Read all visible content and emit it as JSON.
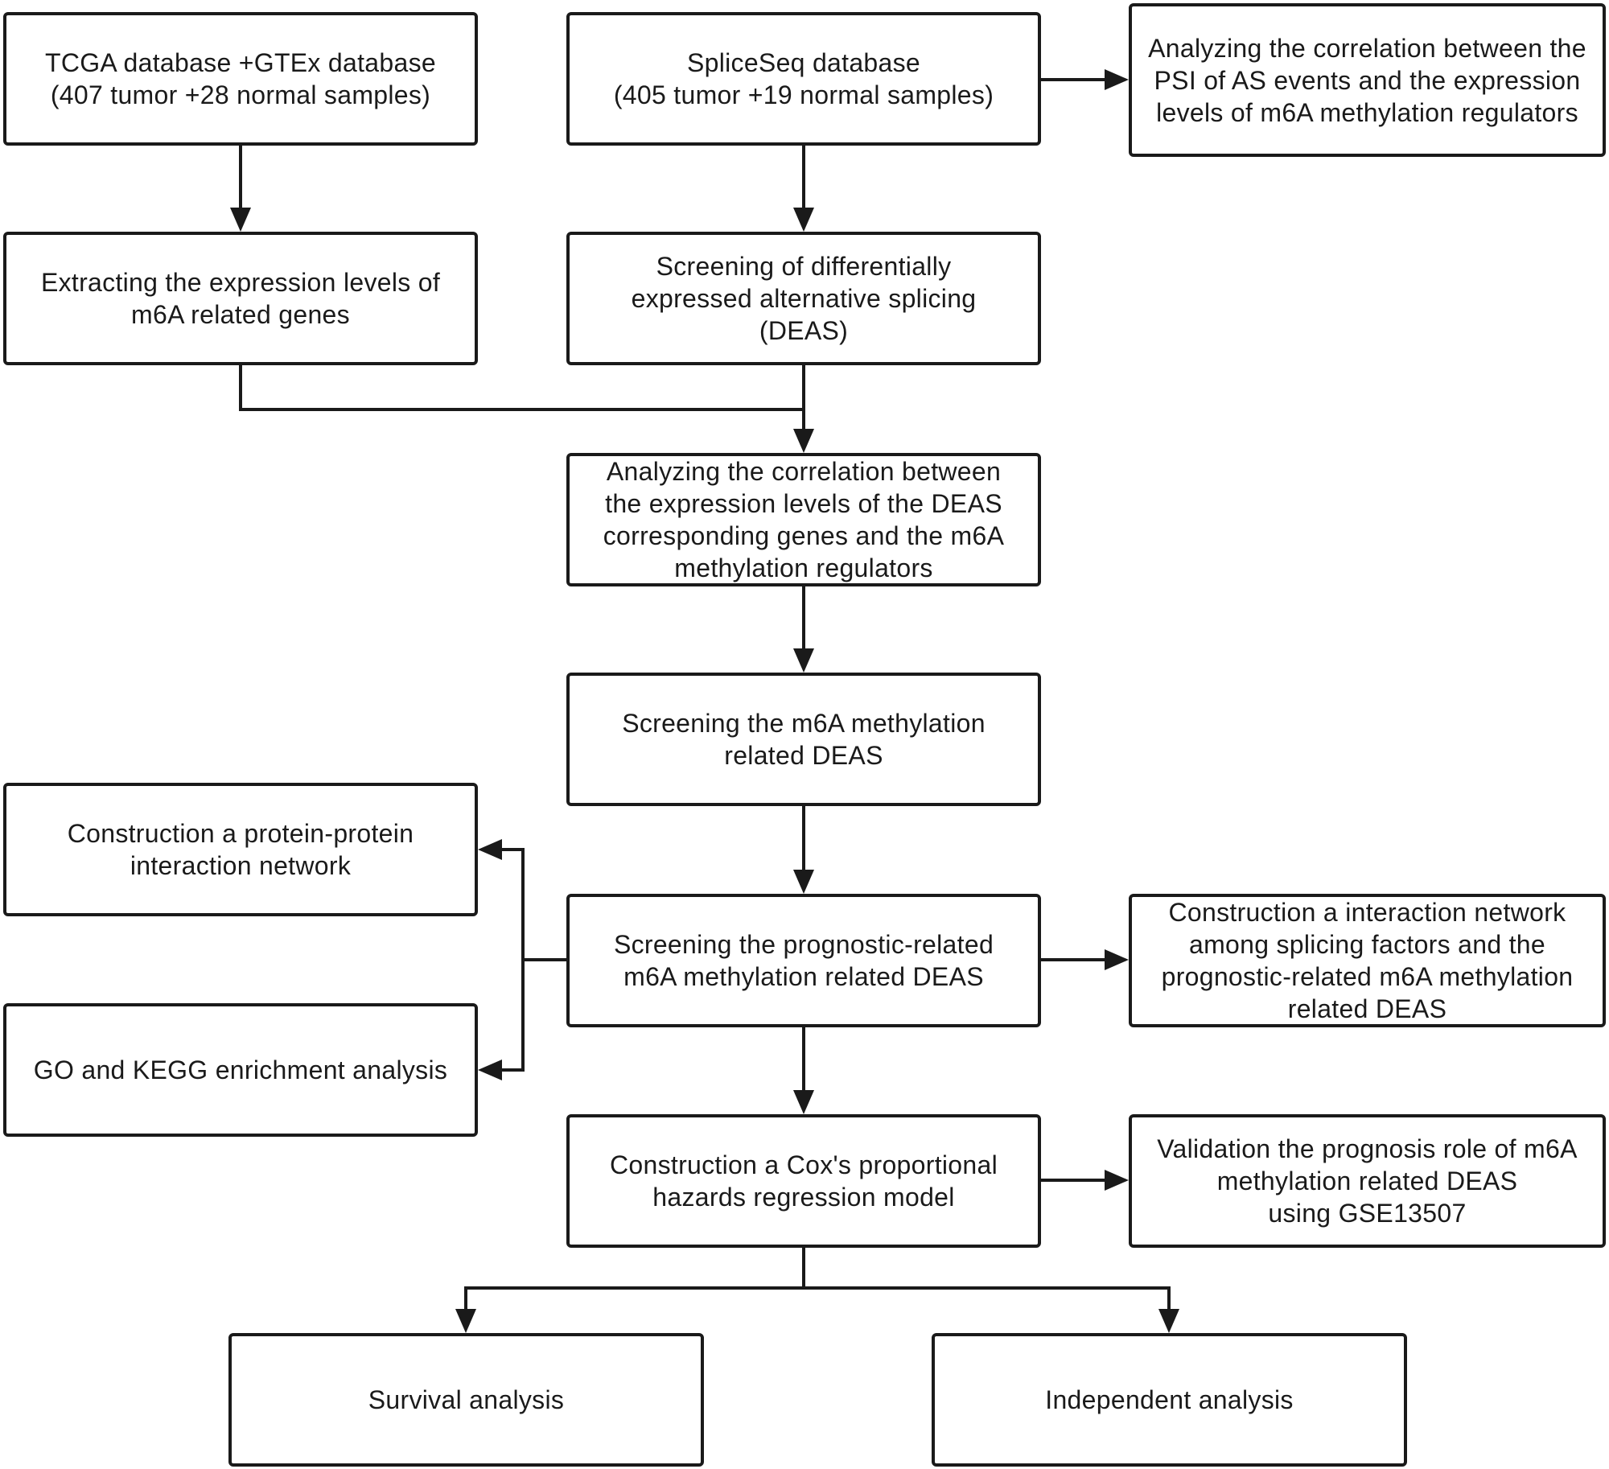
{
  "nodes": {
    "tcga_gtex": "TCGA database +GTEx database\n(407 tumor +28 normal samples)",
    "spliceseq": "SpliceSeq database\n(405 tumor +19 normal samples)",
    "psi_correlation": "Analyzing the correlation between the\nPSI of AS events and the expression\nlevels of m6A methylation regulators",
    "extract_expression": "Extracting the expression levels of\nm6A related genes",
    "screen_deas": "Screening of differentially\nexpressed alternative splicing\n(DEAS)",
    "deas_correlation": "Analyzing the correlation between\nthe expression levels of the DEAS\ncorresponding genes and the  m6A\nmethylation regulators",
    "screen_m6a_deas": "Screening the m6A methylation\nrelated DEAS",
    "ppi_network": "Construction a protein-protein\ninteraction network",
    "screen_prognostic": "Screening the prognostic-related\nm6A methylation related DEAS",
    "splicing_network": "Construction a interaction network\namong splicing factors  and the\nprognostic-related m6A methylation\nrelated DEAS",
    "go_kegg": "GO and KEGG enrichment analysis",
    "cox_model": "Construction a Cox's proportional\nhazards regression model",
    "validation": "Validation the prognosis role of m6A\nmethylation related DEAS\nusing GSE13507",
    "survival": "Survival analysis",
    "independent": "Independent analysis"
  }
}
